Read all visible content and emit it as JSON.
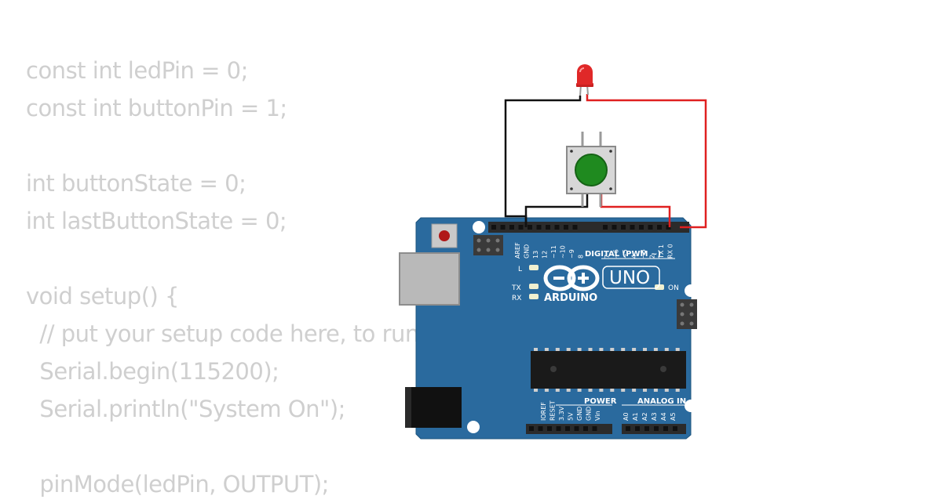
{
  "code_lines": [
    "const int ledPin = 0;",
    "const int buttonPin = 1;",
    "",
    "int buttonState = 0;",
    "int lastButtonState = 0;",
    "",
    "void setup() {",
    "  // put your setup code here, to run once:",
    "  Serial.begin(115200);",
    "  Serial.println(\"System On\");",
    "",
    "  pinMode(ledPin, OUTPUT);"
  ],
  "board": {
    "uno_label": "UNO",
    "brand_label": "ARDUINO",
    "digital_header_label": "DIGITAL (PWM ~)",
    "power_header_label": "POWER",
    "analog_header_label": "ANALOG IN",
    "on_led_label": "ON",
    "l_led_label": "L",
    "tx_led_label": "TX",
    "rx_led_label": "RX",
    "digital_pin_labels_left": [
      "AREF",
      "GND",
      "13",
      "12",
      "~11",
      "~10",
      "~9",
      "8"
    ],
    "digital_pin_labels_right": [
      "7",
      "~6",
      "~5",
      "4",
      "~3",
      "2",
      "TX 1",
      "RX 0"
    ],
    "power_pin_labels": [
      "IOREF",
      "RESET",
      "3.3V",
      "5V",
      "GND",
      "GND",
      "Vin"
    ],
    "analog_pin_labels": [
      "A0",
      "A1",
      "A2",
      "A3",
      "A4",
      "A5"
    ]
  },
  "colors": {
    "code_text": "#cfcfcf",
    "board": "#2a6a9e",
    "wire_black": "#111111",
    "wire_red": "#e02020",
    "led_red": "#e02828",
    "button_green": "#1f8a1f"
  }
}
